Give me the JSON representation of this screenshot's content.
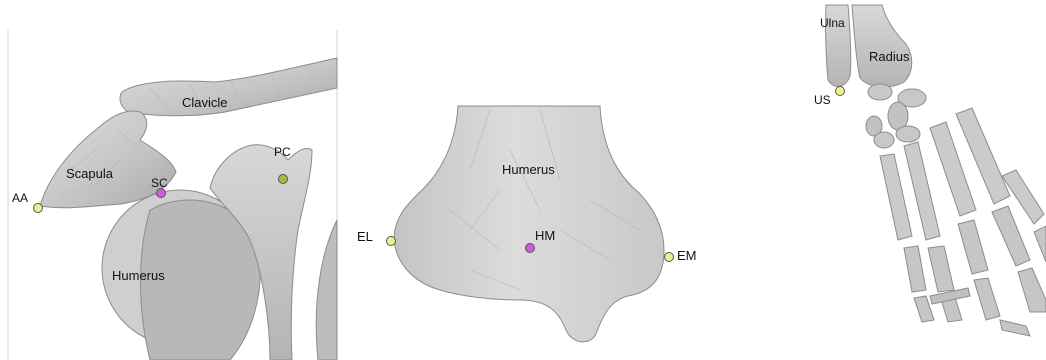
{
  "colors": {
    "bone_fill": "#c9c9c9",
    "bone_light": "#dcdcdc",
    "bone_dark": "#a9a9a9",
    "marker_yellow": "#f0ef8e",
    "marker_magenta": "#d65ad8",
    "marker_olive": "#a8b83a"
  },
  "panels": {
    "shoulder": {
      "labels": {
        "clavicle": "Clavicle",
        "scapula": "Scapula",
        "humerus": "Humerus",
        "aa": "AA",
        "sc": "SC",
        "pc": "PC"
      }
    },
    "elbow": {
      "labels": {
        "humerus": "Humerus",
        "el": "EL",
        "hm": "HM",
        "em": "EM"
      }
    },
    "wrist": {
      "labels": {
        "ulna": "Ulna",
        "radius": "Radius",
        "us": "US"
      }
    }
  }
}
